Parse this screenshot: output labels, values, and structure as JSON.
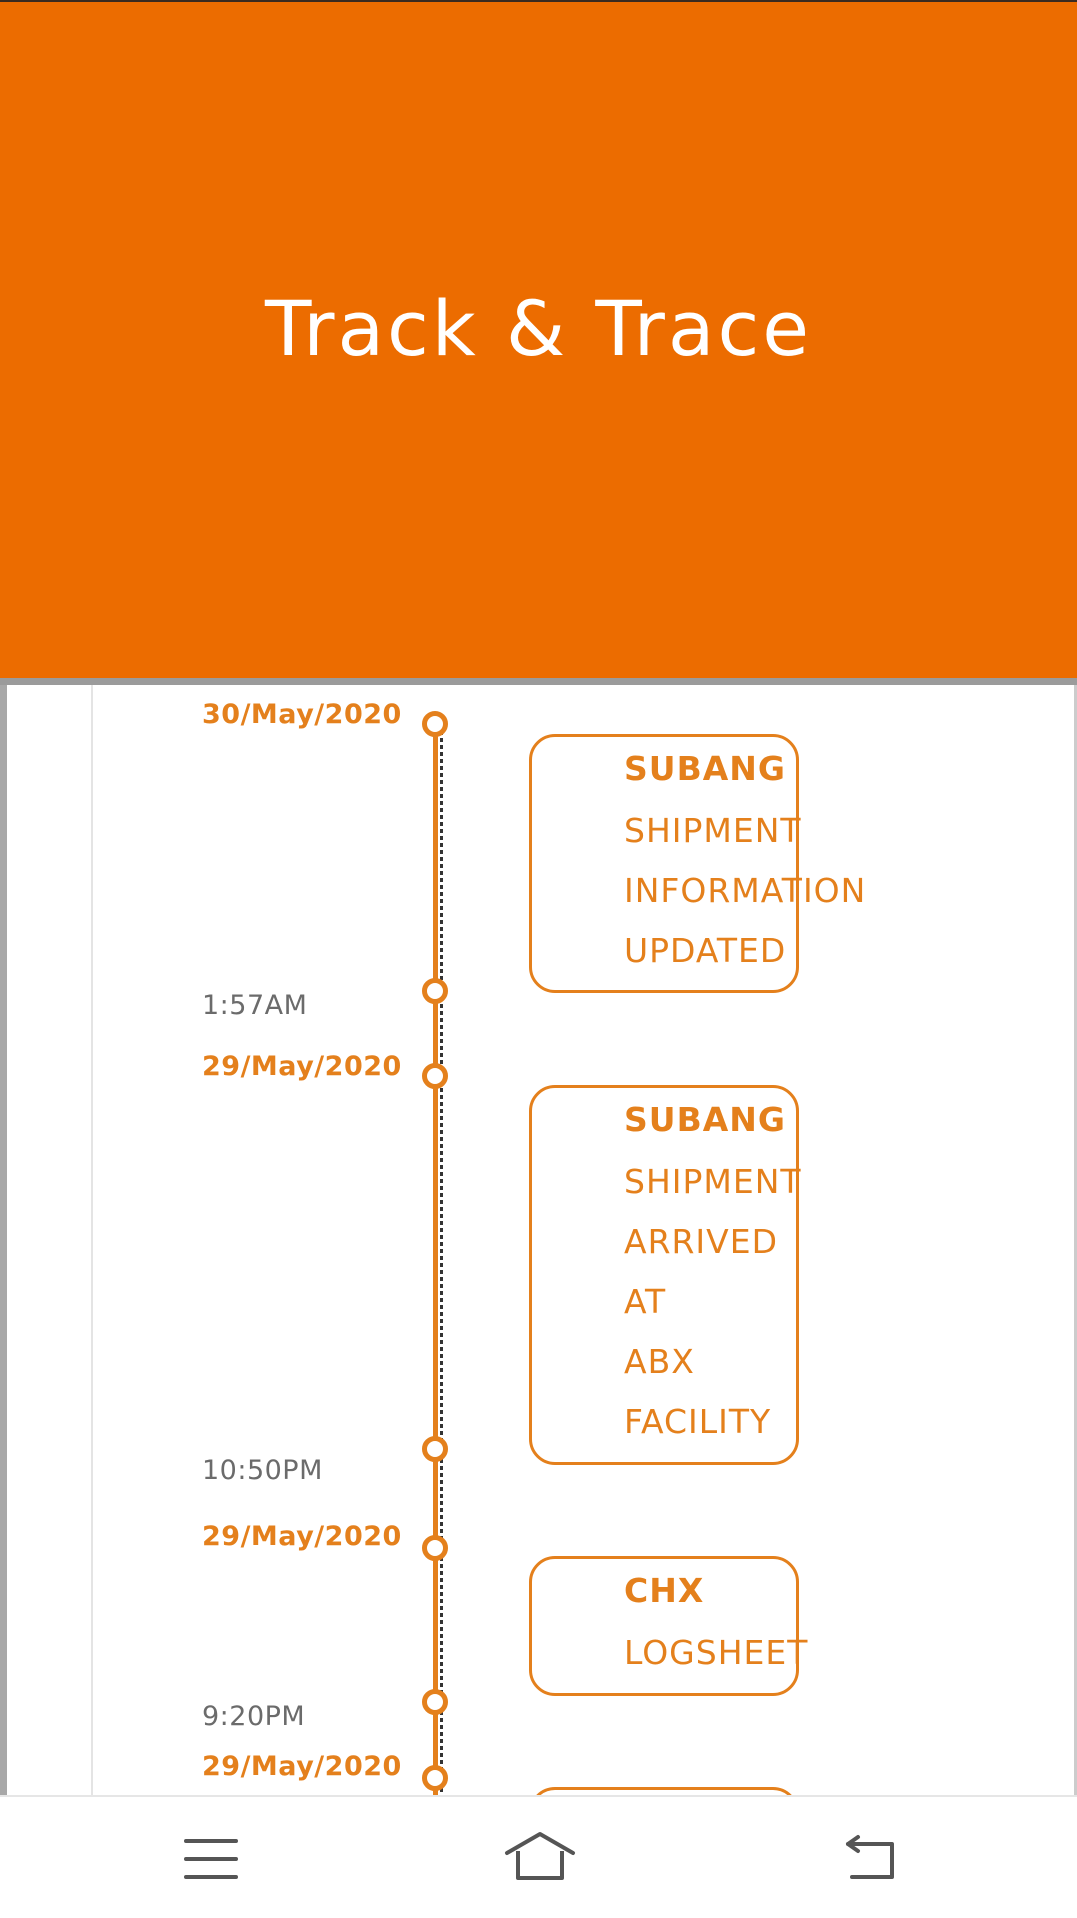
{
  "header": {
    "title": "Track & Trace"
  },
  "timeline": [
    {
      "date": "30/May/2020",
      "time": "1:57AM",
      "location": "SUBANG",
      "status_lines": [
        "SHIPMENT",
        "INFORMATION",
        "UPDATED"
      ]
    },
    {
      "date": "29/May/2020",
      "time": "10:50PM",
      "location": "SUBANG",
      "status_lines": [
        "SHIPMENT",
        "ARRIVED",
        "AT",
        "ABX",
        "FACILITY"
      ]
    },
    {
      "date": "29/May/2020",
      "time": "9:20PM",
      "location": "CHX",
      "status_lines": [
        "LOGSHEET"
      ]
    },
    {
      "date": "29/May/2020",
      "time": "",
      "location": "",
      "status_lines": []
    }
  ],
  "nav": {
    "menu_icon": "menu-icon",
    "home_icon": "home-icon",
    "back_icon": "back-icon"
  },
  "colors": {
    "brand": "#ec6c00",
    "accent": "#e4801c",
    "time_text": "#6b6b6b"
  }
}
